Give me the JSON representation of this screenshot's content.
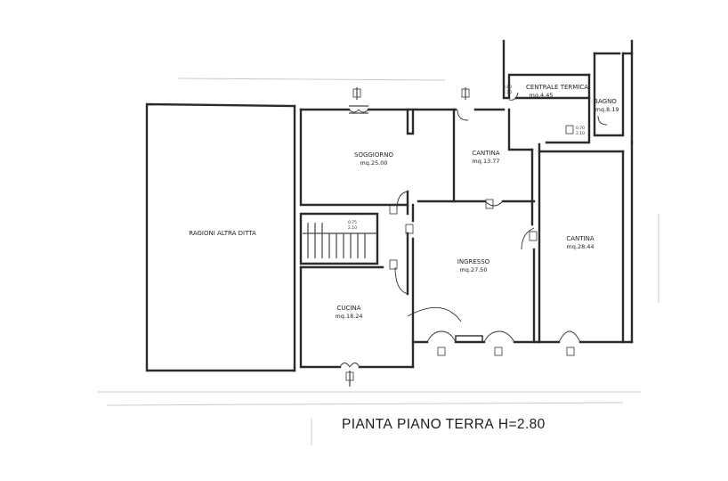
{
  "plan_title": {
    "label": "PIANTA",
    "floor": "PIANO TERRA",
    "height": "H=2.80"
  },
  "rooms": {
    "ragioni": {
      "name": "RAGIONI ALTRA DITTA"
    },
    "soggiorno": {
      "name": "SOGGIORNO",
      "area": "mq.25.00"
    },
    "cantina_small": {
      "name": "CANTINA",
      "area": "mq.13.77"
    },
    "centrale_termica": {
      "name": "CENTRALE TERMICA",
      "area": "mq.4.45"
    },
    "bagno": {
      "name": "BAGNO",
      "area": "mq.8.19"
    },
    "ingresso": {
      "name": "INGRESSO",
      "area": "mq.27.50"
    },
    "cantina_large": {
      "name": "CANTINA",
      "area": "mq.28.44"
    },
    "cucina": {
      "name": "CUCINA",
      "area": "mq.18.24"
    }
  },
  "door_labels": {
    "stair_top": "0.75",
    "stair_bottom": "2.10",
    "ct_top": "0.80",
    "ct_bottom": "2.10",
    "bagno_top": "0.70",
    "bagno_bottom": "2.10"
  }
}
